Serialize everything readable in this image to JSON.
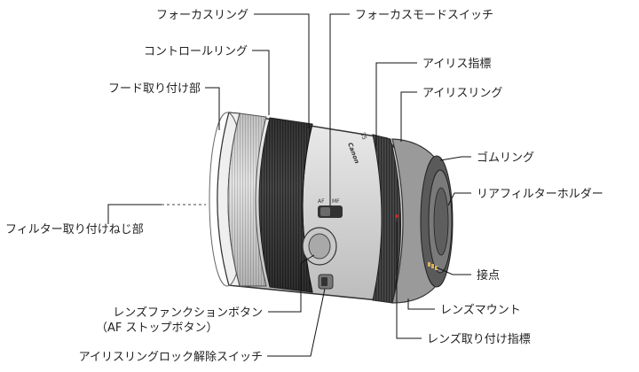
{
  "labels": {
    "focus_ring": "フォーカスリング",
    "focus_mode_switch": "フォーカスモードスイッチ",
    "control_ring": "コントロールリング",
    "iris_index": "アイリス指標",
    "hood_mount": "フード取り付け部",
    "iris_ring": "アイリスリング",
    "rubber_ring": "ゴムリング",
    "rear_filter_holder": "リアフィルターホルダー",
    "filter_thread": "フィルター取り付けねじ部",
    "contacts": "接点",
    "function_button_line1": "レンズファンクションボタン",
    "function_button_line2": "（AF ストップボタン）",
    "lens_mount": "レンズマウント",
    "mount_index": "レンズ取り付け指標",
    "iris_lock_switch": "アイリスリングロック解除スイッチ"
  },
  "lens_markings": {
    "brand": "Canon",
    "number": "35",
    "switch_af": "AF",
    "switch_mf": "MF"
  },
  "colors": {
    "line": "#111111",
    "label_text": "#222222",
    "lens_body": "#d9d9d9",
    "lens_dark": "#333333",
    "knurl": "#3f3f3f"
  }
}
